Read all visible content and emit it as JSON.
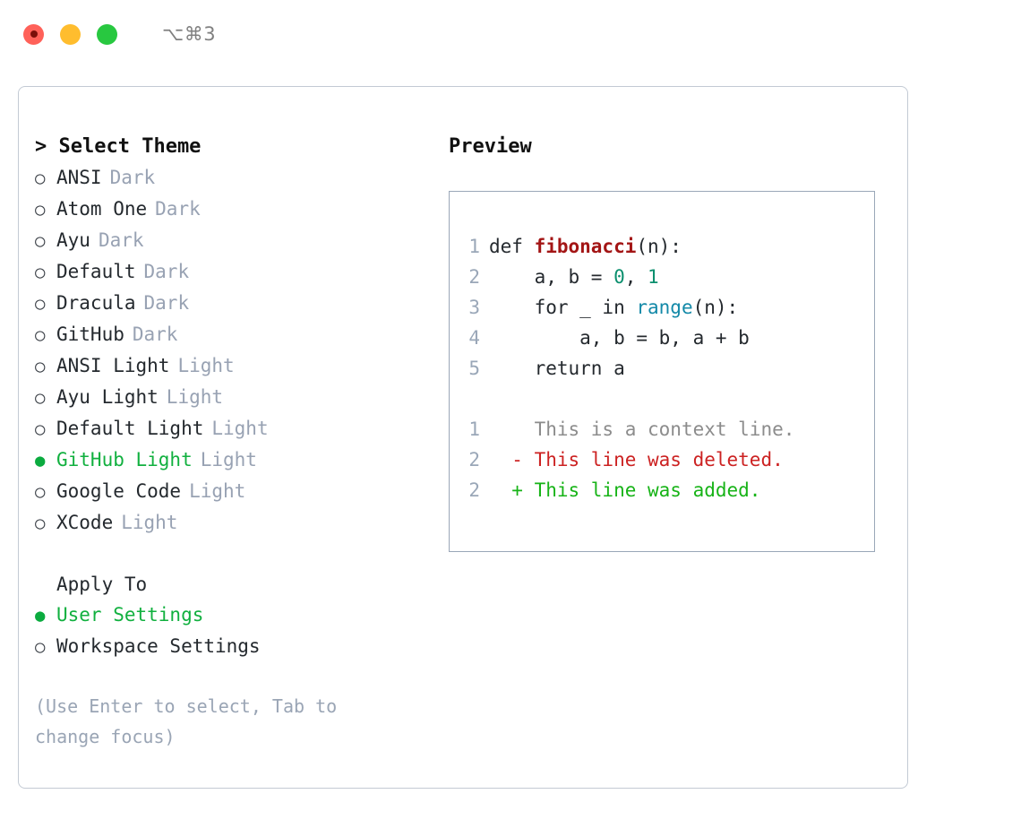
{
  "titlebar": {
    "shortcut": "⌥⌘3",
    "lights": [
      "close-red",
      "minimize-yellow",
      "zoom-green"
    ]
  },
  "theme_list": {
    "heading": "> Select Theme",
    "items": [
      {
        "marker": "○",
        "name": "ANSI",
        "tag": "Dark",
        "selected": false
      },
      {
        "marker": "○",
        "name": "Atom One",
        "tag": "Dark",
        "selected": false
      },
      {
        "marker": "○",
        "name": "Ayu",
        "tag": "Dark",
        "selected": false
      },
      {
        "marker": "○",
        "name": "Default",
        "tag": "Dark",
        "selected": false
      },
      {
        "marker": "○",
        "name": "Dracula",
        "tag": "Dark",
        "selected": false
      },
      {
        "marker": "○",
        "name": "GitHub",
        "tag": "Dark",
        "selected": false
      },
      {
        "marker": "○",
        "name": "ANSI Light",
        "tag": "Light",
        "selected": false
      },
      {
        "marker": "○",
        "name": "Ayu Light",
        "tag": "Light",
        "selected": false
      },
      {
        "marker": "○",
        "name": "Default Light",
        "tag": "Light",
        "selected": false
      },
      {
        "marker": "●",
        "name": "GitHub Light",
        "tag": "Light",
        "selected": true
      },
      {
        "marker": "○",
        "name": "Google Code",
        "tag": "Light",
        "selected": false
      },
      {
        "marker": "○",
        "name": "XCode",
        "tag": "Light",
        "selected": false
      }
    ]
  },
  "apply_to": {
    "heading": "Apply To",
    "items": [
      {
        "marker": "●",
        "name": "User Settings",
        "selected": true
      },
      {
        "marker": "○",
        "name": "Workspace Settings",
        "selected": false
      }
    ]
  },
  "hint": "(Use Enter to select, Tab to change focus)",
  "preview": {
    "heading": "Preview",
    "code_lines": [
      {
        "num": "1",
        "indent": "",
        "segments": [
          {
            "text": "def ",
            "token": "plain"
          },
          {
            "text": "fibonacci",
            "token": "function"
          },
          {
            "text": "(n):",
            "token": "plain"
          }
        ]
      },
      {
        "num": "2",
        "indent": "    ",
        "segments": [
          {
            "text": "a, b = ",
            "token": "plain"
          },
          {
            "text": "0",
            "token": "number"
          },
          {
            "text": ", ",
            "token": "plain"
          },
          {
            "text": "1",
            "token": "number"
          }
        ]
      },
      {
        "num": "3",
        "indent": "    ",
        "segments": [
          {
            "text": "for _ in ",
            "token": "plain"
          },
          {
            "text": "range",
            "token": "call"
          },
          {
            "text": "(n):",
            "token": "plain"
          }
        ]
      },
      {
        "num": "4",
        "indent": "        ",
        "segments": [
          {
            "text": "a, b = b, a + b",
            "token": "plain"
          }
        ]
      },
      {
        "num": "5",
        "indent": "    ",
        "segments": [
          {
            "text": "return a",
            "token": "plain"
          }
        ]
      }
    ],
    "diff_lines": [
      {
        "num": "1",
        "sign": "  ",
        "text": "This is a context line.",
        "kind": "context"
      },
      {
        "num": "2",
        "sign": "- ",
        "text": "This line was deleted.",
        "kind": "deleted"
      },
      {
        "num": "2",
        "sign": "+ ",
        "text": "This line was added.",
        "kind": "added"
      }
    ]
  },
  "colors": {
    "selected_green": "#11b03f",
    "tag_gray": "#98a2b3",
    "hint_gray": "#9aa5b5",
    "border": "#c3cad4",
    "code_border": "#9aa7b8",
    "function_red": "#a31515",
    "call_teal": "#1389a8",
    "number_green": "#0b8f6e",
    "diff_deleted": "#cc2222",
    "diff_added": "#17b317",
    "diff_context": "#8c8c8c"
  }
}
